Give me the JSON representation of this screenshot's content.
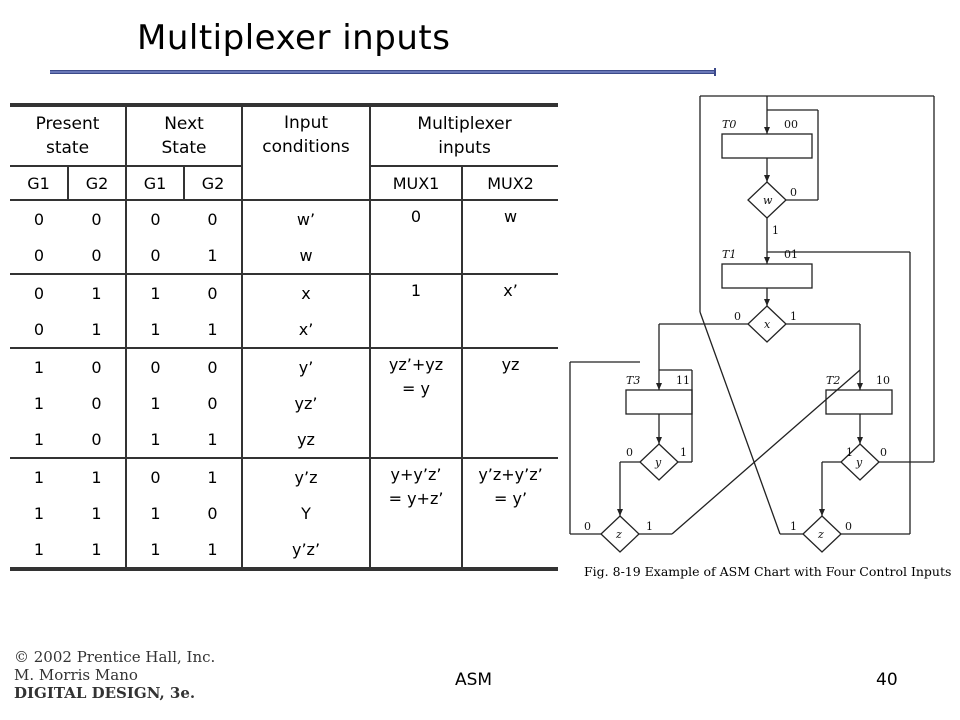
{
  "slide": {
    "title": "Multiplexer inputs",
    "footer_topic": "ASM",
    "page_number": "40"
  },
  "credit": {
    "line1": "© 2002 Prentice Hall, Inc.",
    "line2": "M. Morris Mano",
    "line3": "DIGITAL DESIGN, 3e."
  },
  "table": {
    "headers": {
      "present_state": "Present\nstate",
      "next_state": "Next\nState",
      "input_conditions": "Input\nconditions",
      "multiplexer_inputs": "Multiplexer\ninputs"
    },
    "subheaders": {
      "present_g1": "G1",
      "present_g2": "G2",
      "next_g1": "G1",
      "next_g2": "G2",
      "mux1": "MUX1",
      "mux2": "MUX2"
    },
    "rows": [
      {
        "pg1": "0",
        "pg2": "0",
        "ng1": "0",
        "ng2": "0",
        "cond": "w’"
      },
      {
        "pg1": "0",
        "pg2": "0",
        "ng1": "0",
        "ng2": "1",
        "cond": "w"
      },
      {
        "pg1": "0",
        "pg2": "1",
        "ng1": "1",
        "ng2": "0",
        "cond": "x"
      },
      {
        "pg1": "0",
        "pg2": "1",
        "ng1": "1",
        "ng2": "1",
        "cond": "x’"
      },
      {
        "pg1": "1",
        "pg2": "0",
        "ng1": "0",
        "ng2": "0",
        "cond": "y’"
      },
      {
        "pg1": "1",
        "pg2": "0",
        "ng1": "1",
        "ng2": "0",
        "cond": "yz’"
      },
      {
        "pg1": "1",
        "pg2": "0",
        "ng1": "1",
        "ng2": "1",
        "cond": "yz"
      },
      {
        "pg1": "1",
        "pg2": "1",
        "ng1": "0",
        "ng2": "1",
        "cond": "y’z"
      },
      {
        "pg1": "1",
        "pg2": "1",
        "ng1": "1",
        "ng2": "0",
        "cond": "Y"
      },
      {
        "pg1": "1",
        "pg2": "1",
        "ng1": "1",
        "ng2": "1",
        "cond": "y’z’"
      }
    ],
    "groups": [
      {
        "mux1": "0",
        "mux2": "w"
      },
      {
        "mux1": "1",
        "mux2": "x’"
      },
      {
        "mux1": "yz’+yz\n= y",
        "mux2": "yz"
      },
      {
        "mux1": "y+y’z’\n= y+z’",
        "mux2": "y’z+y’z’\n= y’"
      }
    ]
  },
  "diagram": {
    "t0": "T0",
    "t0_code": "00",
    "t1": "T1",
    "t1_code": "01",
    "t2": "T2",
    "t2_code": "10",
    "t3": "T3",
    "t3_code": "11",
    "w": "w",
    "x": "x",
    "y": "y",
    "z": "z",
    "zero": "0",
    "one": "1",
    "caption": "Fig. 8-19  Example of ASM Chart with Four Control Inputs"
  }
}
